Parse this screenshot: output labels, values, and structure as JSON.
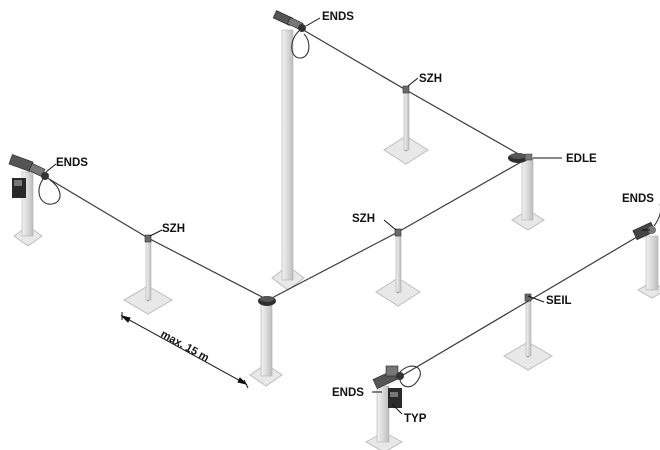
{
  "labels": {
    "ends_top": "ENDS",
    "szh_top": "SZH",
    "edle": "EDLE",
    "ends_left": "ENDS",
    "szh_left": "SZH",
    "szh_mid": "SZH",
    "ends_right": "ENDS",
    "seil": "SEIL",
    "ends_bottom": "ENDS",
    "typ": "TYP"
  },
  "dimension": {
    "spacing": "max. 15 m"
  },
  "colors": {
    "cable": "#3a3a3a",
    "post": "#d6d6d6",
    "plate": "#e4e4e4",
    "device": "#555555",
    "label": "#111111"
  },
  "icons": [
    "end-anchor-icon",
    "intermediate-bracket-icon",
    "corner-bracket-icon",
    "post-icon",
    "base-plate-icon",
    "tag-plate-icon"
  ]
}
